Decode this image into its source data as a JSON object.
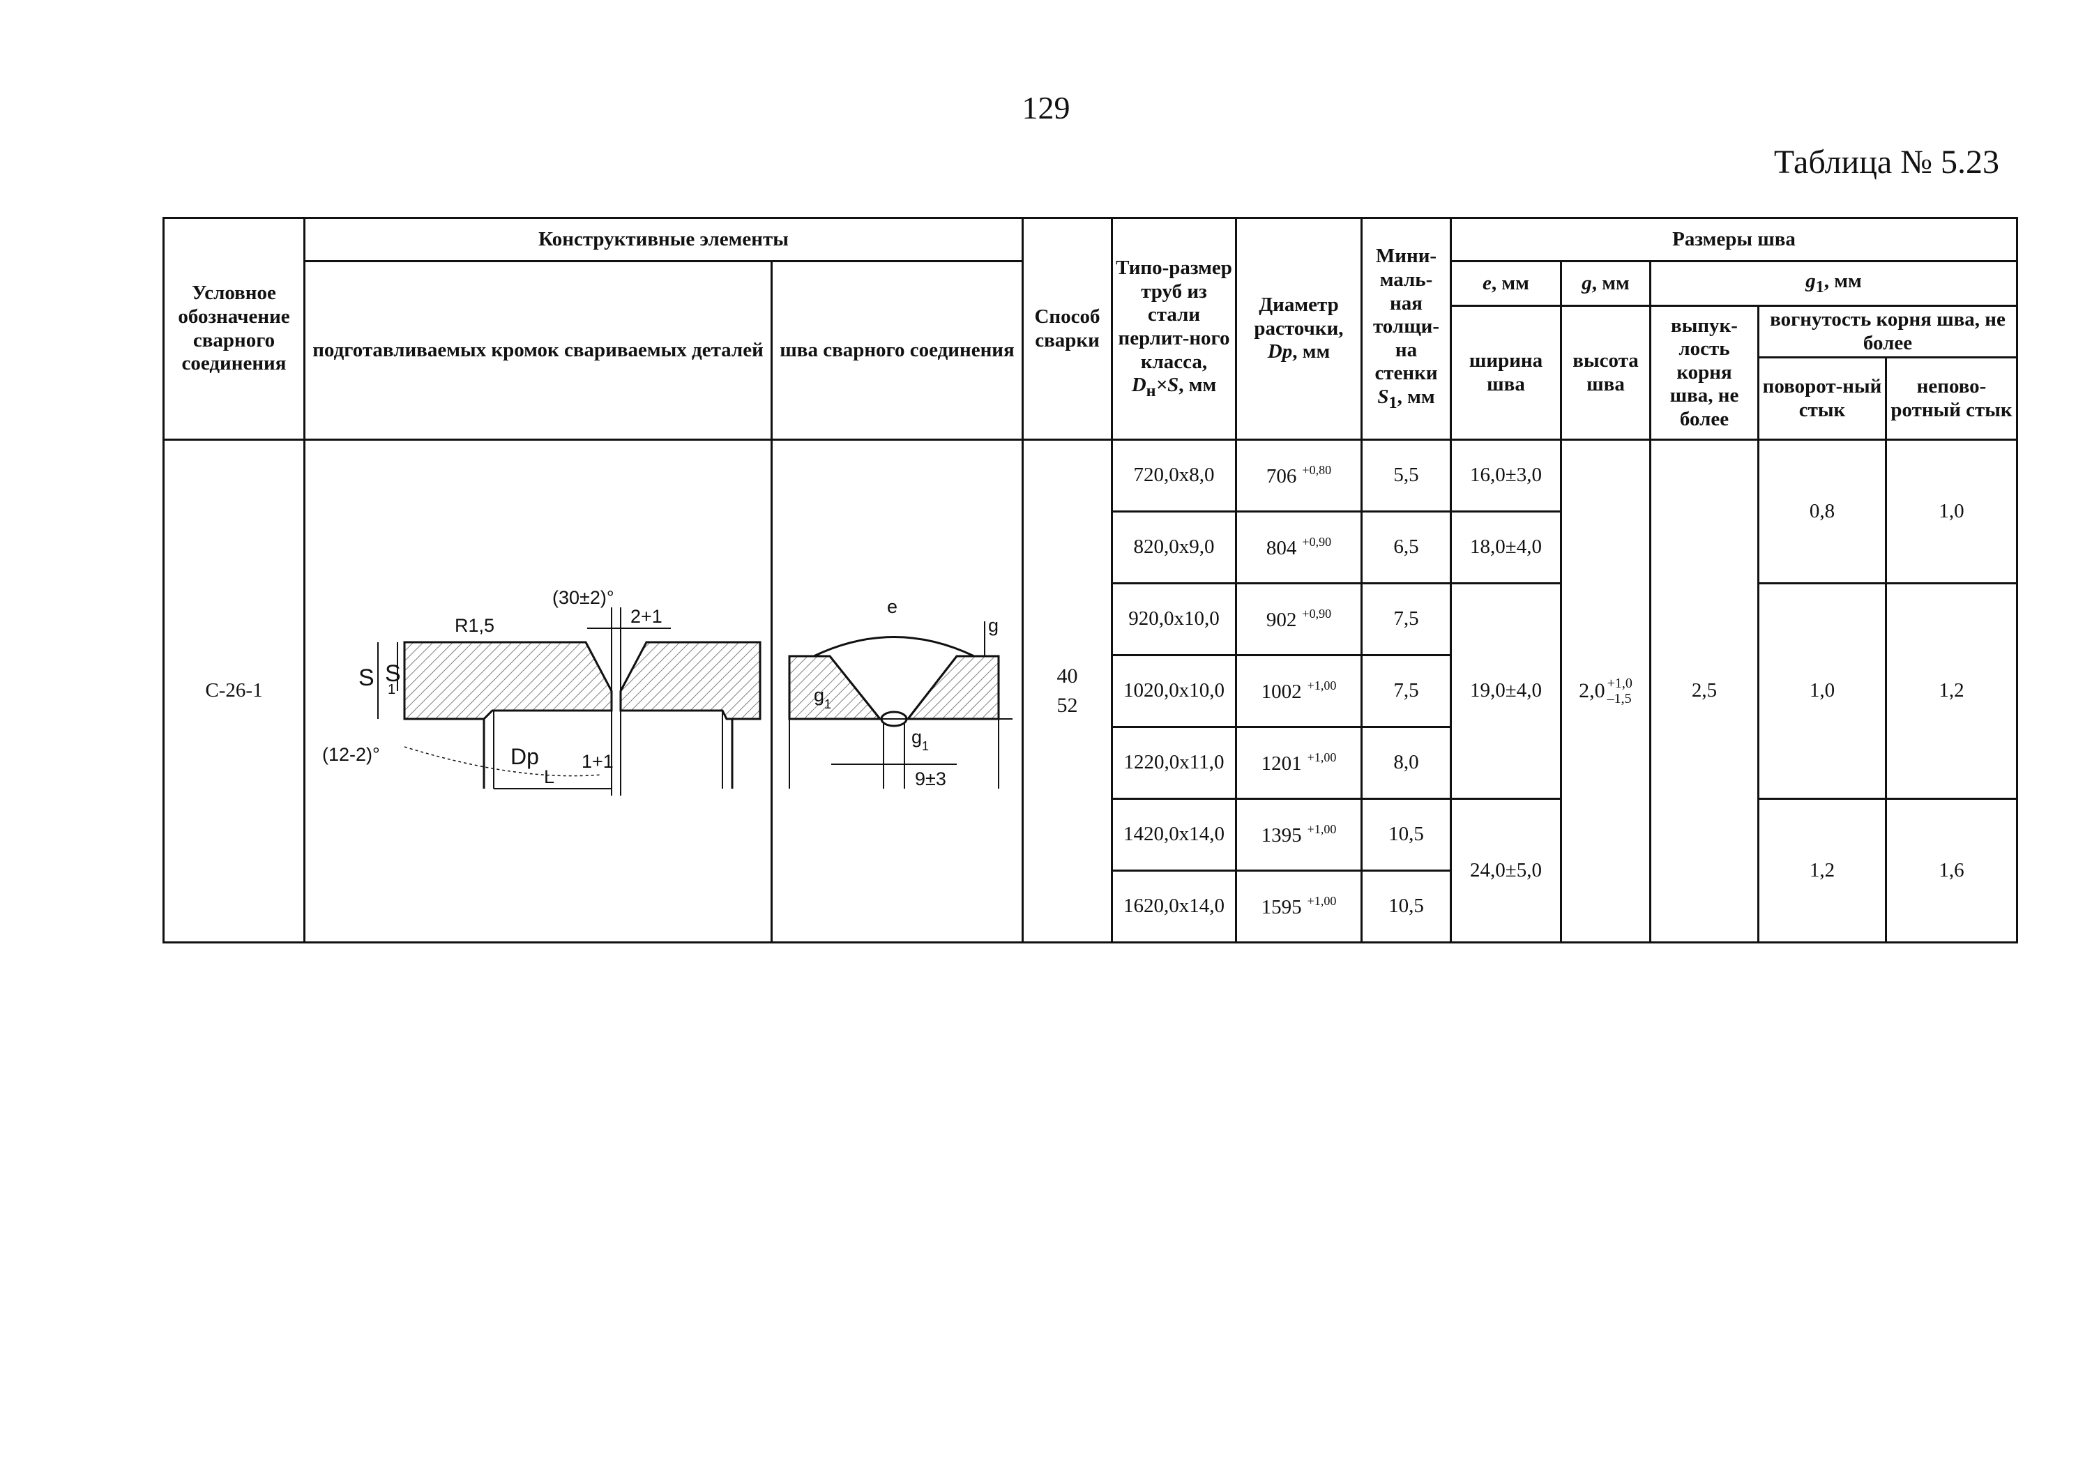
{
  "page_number": "129",
  "table_title": "Таблица № 5.23",
  "headers": {
    "designation": "Условное обозначение сварного соединения",
    "constructive": "Конструктивные элементы",
    "edges": "подготавливаемых кромок свариваемых деталей",
    "seam": "шва сварного соединения",
    "method": "Способ сварки",
    "pipe_size_main": "Типо-размер труб из стали перлит-ного класса,",
    "pipe_size_unit_italic": "D",
    "pipe_size_unit_sub": "н",
    "pipe_size_unit_rest": "×S",
    "pipe_size_unit_mm": ", мм",
    "bore_main": "Диаметр расточки,",
    "bore_sym": "Dp",
    "bore_mm": ", мм",
    "min_wall_main": "Мини-маль-ная толщи-на стенки",
    "min_wall_sym": "S",
    "min_wall_sub": "1",
    "min_wall_mm": ", мм",
    "seam_dims": "Размеры шва",
    "e_sym": "e",
    "e_mm": ", мм",
    "g_sym": "g",
    "g_mm": ", мм",
    "g1_sym": "g",
    "g1_sub": "1",
    "g1_mm": ", мм",
    "width": "ширина шва",
    "height": "высота шва",
    "root_convexity": "выпук-лость корня шва, не более",
    "root_concavity": "вогнутость корня шва, не более",
    "rotary": "поворот-ный стык",
    "nonrotary": "непово-ротный стык"
  },
  "drawing_labels": {
    "angle_top": "(30±2)°",
    "gap": "2+1",
    "radius": "R1,5",
    "s": "S",
    "s1": "S",
    "s1_sub": "1",
    "dp": "Dp",
    "root_face": "1+1",
    "angle_bottom": "(12-2)°",
    "length": "L",
    "seam_e": "e",
    "seam_g": "g",
    "seam_g1_top": "g",
    "seam_g1_top_sub": "1",
    "seam_g1_bottom": "g",
    "seam_g1_bottom_sub": "1",
    "seam_width": "9±3"
  },
  "row": {
    "designation": "С-26-1",
    "methods": [
      "40",
      "52"
    ],
    "height_value": "2,0",
    "height_tol_plus": "+1,0",
    "height_tol_minus": "–1,5",
    "root_convexity": "2,5"
  },
  "sub_rows": [
    {
      "size": "720,0x8,0",
      "bore": "706",
      "bore_tol": "+0,80",
      "wall": "5,5"
    },
    {
      "size": "820,0x9,0",
      "bore": "804",
      "bore_tol": "+0,90",
      "wall": "6,5"
    },
    {
      "size": "920,0x10,0",
      "bore": "902",
      "bore_tol": "+0,90",
      "wall": "7,5"
    },
    {
      "size": "1020,0x10,0",
      "bore": "1002",
      "bore_tol": "+1,00",
      "wall": "7,5"
    },
    {
      "size": "1220,0x11,0",
      "bore": "1201",
      "bore_tol": "+1,00",
      "wall": "8,0"
    },
    {
      "size": "1420,0x14,0",
      "bore": "1395",
      "bore_tol": "+1,00",
      "wall": "10,5"
    },
    {
      "size": "1620,0x14,0",
      "bore": "1595",
      "bore_tol": "+1,00",
      "wall": "10,5"
    }
  ],
  "width_groups": [
    "16,0±3,0",
    "18,0±4,0",
    "19,0±4,0",
    "24,0±5,0"
  ],
  "concavity_groups": [
    {
      "rotary": "0,8",
      "nonrotary": "1,0"
    },
    {
      "rotary": "1,0",
      "nonrotary": "1,2"
    },
    {
      "rotary": "1,2",
      "nonrotary": "1,6"
    }
  ]
}
